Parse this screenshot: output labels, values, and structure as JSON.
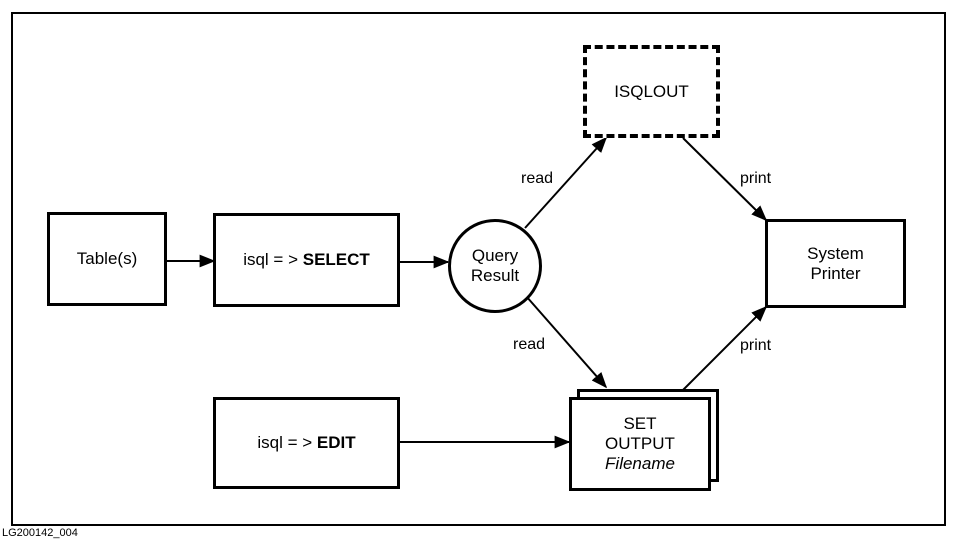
{
  "nodes": {
    "tables": "Table(s)",
    "select_prefix": "isql = > ",
    "select_cmd": "SELECT",
    "query_result_line1": "Query",
    "query_result_line2": "Result",
    "isqlout": "ISQLOUT",
    "printer_line1": "System",
    "printer_line2": "Printer",
    "edit_prefix": "isql = > ",
    "edit_cmd": "EDIT",
    "set_output_line1": "SET",
    "set_output_line2": "OUTPUT",
    "set_output_line3": "Filename"
  },
  "edge_labels": {
    "read_top": "read",
    "read_bottom": "read",
    "print_top": "print",
    "print_bottom": "print"
  },
  "figure_id": "LG200142_004"
}
